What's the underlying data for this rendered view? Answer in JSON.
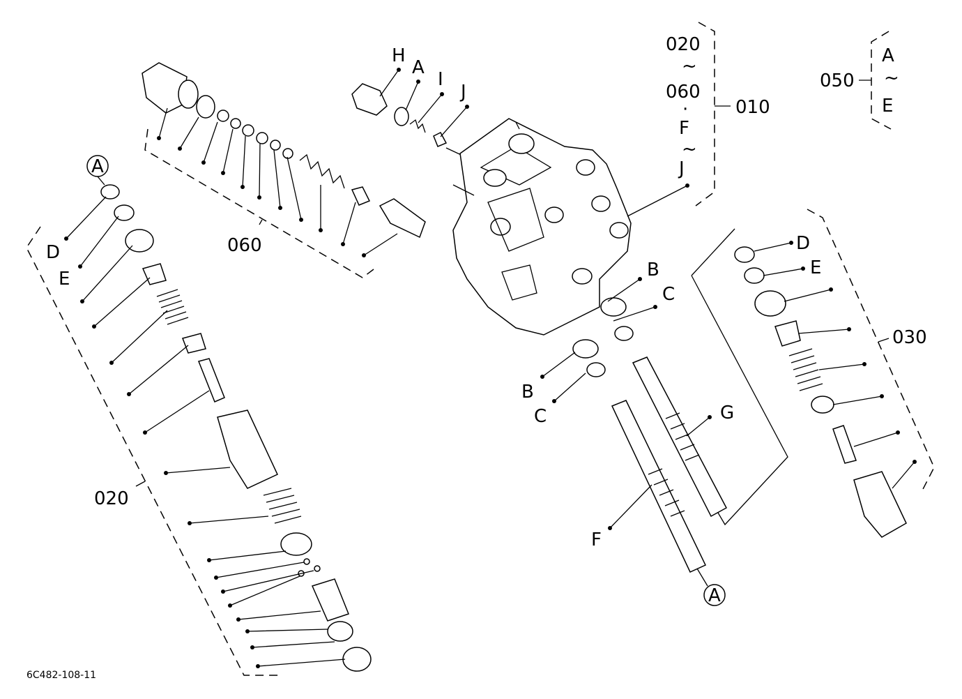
{
  "diagram": {
    "code": "6C482-108-11",
    "labels": {
      "l020_top": "020",
      "l060_mid": "060",
      "l010": "010",
      "l050": "050",
      "l060_group": "060",
      "l020_group": "020",
      "l030_group": "030",
      "tilde1": "~",
      "tilde2": "~",
      "tilde3": "~",
      "dotsep": "·",
      "F_top": "F",
      "J_top": "J",
      "A_050": "A",
      "E_050": "E",
      "H": "H",
      "A_top": "A",
      "I": "I",
      "J": "J",
      "A_circ_left": "A",
      "D_left": "D",
      "E_left": "E",
      "B_right": "B",
      "C_right": "C",
      "B_mid": "B",
      "C_mid": "C",
      "G": "G",
      "F": "F",
      "A_circ_bottom": "A",
      "D_right": "D",
      "E_right": "E"
    }
  }
}
